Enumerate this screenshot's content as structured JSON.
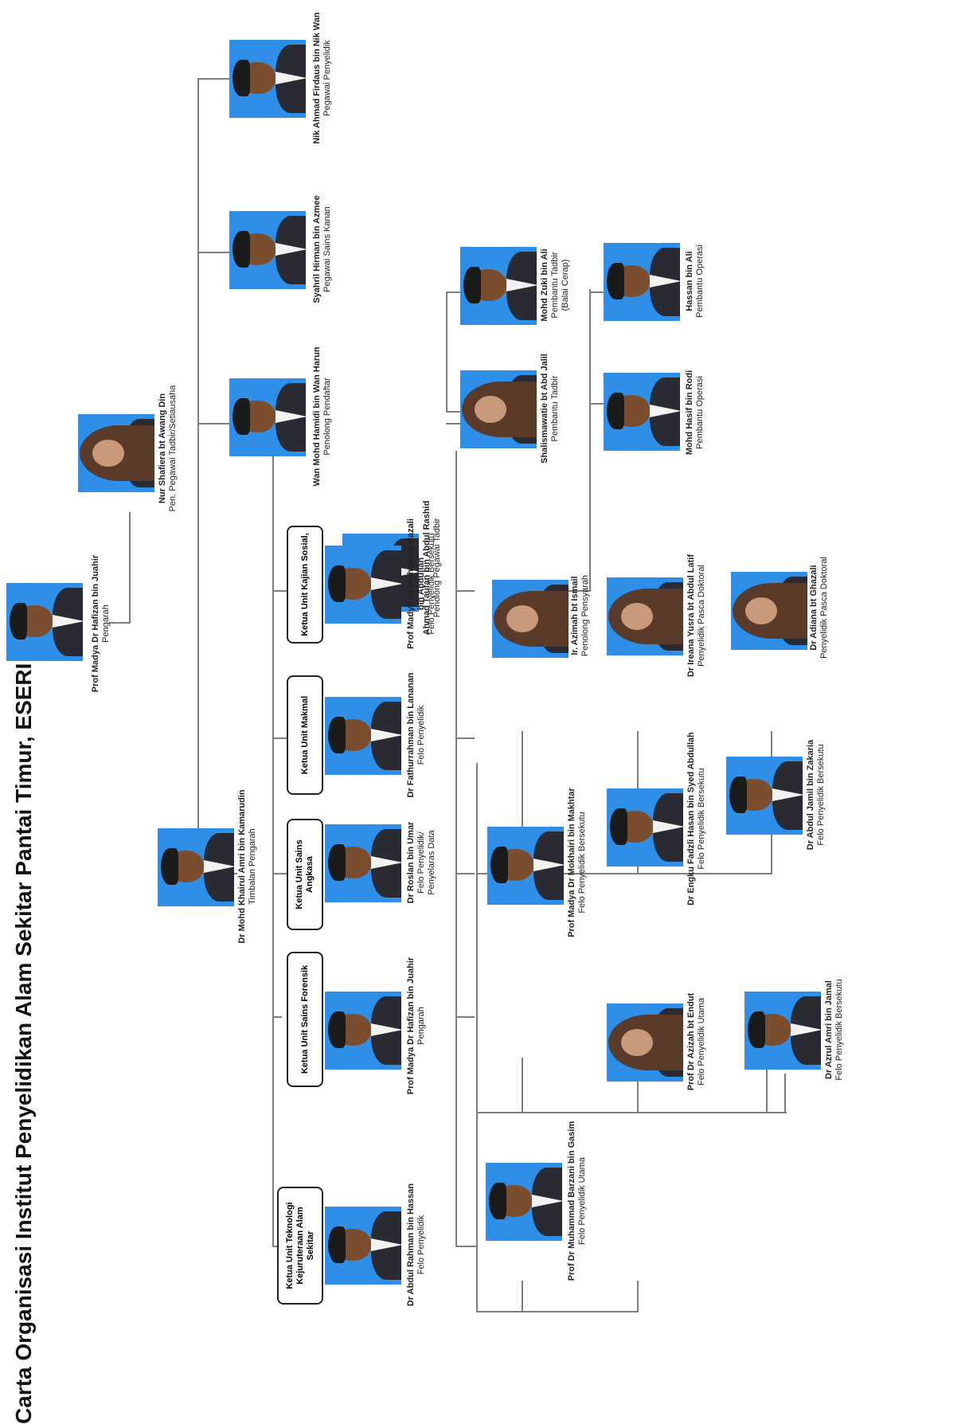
{
  "title": "Carta Organisasi Institut Penyelidikan Alam Sekitar Pantai Timur, ESERI",
  "people": {
    "pengarah": {
      "name": "Prof Madya Dr Hafizan bin Juahir",
      "role": "Pengarah"
    },
    "setiausaha": {
      "name": "Nur Shafiera bt Awang Din",
      "role": "Pen. Pegawai Tadbir/Setiausaha"
    },
    "timbalan": {
      "name": "Dr Mohd Khairul Amri bin Kamarudin",
      "role": "Timbalan Pengarah"
    },
    "nik": {
      "name": "Nik Ahmad Firdaus bin Nik Wan",
      "role": "Pegawai Penyelidik"
    },
    "syahril": {
      "name": "Syahril Hirman bin Azmee",
      "role": "Pegawai Sains Kanan"
    },
    "wan": {
      "name": "Wan Mohd Hamidi bin Wan Harun",
      "role": "Penolong Pendaftar"
    },
    "ahmad": {
      "name": "Ahmad Taufan bin Abdul Rashid",
      "role": "Penolong Pegawai Tadbir"
    },
    "zuki": {
      "name": "Mohd Zuki bin Ali",
      "role": "Pembantu Tadbir",
      "role2": "(Balai Cerap)"
    },
    "shalis": {
      "name": "Shalismawatie bt Abd Jalil",
      "role": "Pembantu Tadbir"
    },
    "hassan": {
      "name": "Hassan bin Ali",
      "role": "Pembantu Operasi"
    },
    "hasif": {
      "name": "Mohd Hasif bin Rodi",
      "role": "Pembantu Operasi"
    },
    "abdulrahman": {
      "name": "Dr Abdul Rahman bin Hassan",
      "role": "Felo Penyelidik"
    },
    "hafizan2": {
      "name": "Prof Madya Dr Hafizan bin Juahir",
      "role": "Pengarah"
    },
    "roslan": {
      "name": "Dr Roslan bin Umar",
      "role": "Felo Penyelidik/",
      "role2": "Penyelaras Data"
    },
    "fathur": {
      "name": "Dr Fathurrahman bin Lananan",
      "role": "Felo Penyelidik"
    },
    "razali": {
      "name": "Prof Madya Dr Mohamad Razali",
      "name2": "bin Abdullah",
      "role": "Felo Penyelidik Bersekutu"
    },
    "azimah": {
      "name": "Ir. Azimah bt Ismail",
      "role": "Penolong Pensyarah"
    },
    "ireana": {
      "name": "Dr Ireana Yusra bt Abdul Latif",
      "role": "Penyelidik Pasca Doktoral"
    },
    "adiana": {
      "name": "Dr Adiana bt Ghazali",
      "role": "Penyelidik Pasca Doktoral"
    },
    "mokhairi": {
      "name": "Prof Madya Dr Mokhairi bin Makhtar",
      "role": "Felo Penyelidik Bersekutu"
    },
    "engku": {
      "name": "Dr Engku Fadzli Hasan bin Syed Abdullah",
      "role": "Felo Penyelidik Bersekutu"
    },
    "jamil": {
      "name": "Dr Abdul Jamil bin Zakaria",
      "role": "Felo Penyelidik Bersekutu"
    },
    "barzani": {
      "name": "Prof Dr Muhammad Barzani bin Gasim",
      "role": "Felo Penyelidik Utama"
    },
    "azizah": {
      "name": "Prof Dr Azizah bt Endut",
      "role": "Felo Penyelidik Utama"
    },
    "azrul": {
      "name": "Dr Azrul Amri bin Jamal",
      "role": "Felo Penyelidik Bersekutu"
    }
  },
  "units": {
    "teknologi": "Ketua Unit Teknologi Kejuruteraan Alam Sekitar",
    "forensik": "Ketua Unit Sains Forensik",
    "angkasa": "Ketua Unit Sains Angkasa",
    "makmal": "Ketua Unit Makmal",
    "sosial": "Ketua Unit Kajian Sosial,"
  }
}
